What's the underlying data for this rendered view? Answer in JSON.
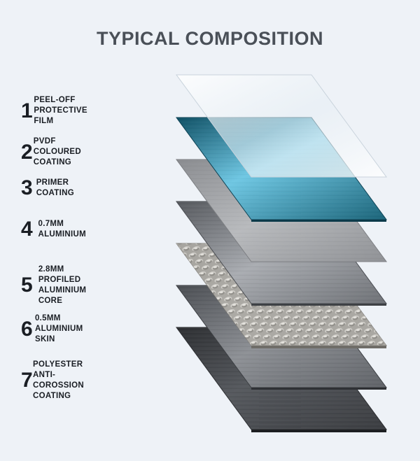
{
  "title": "TYPICAL COMPOSITION",
  "layers": [
    {
      "num": "1",
      "label": "PEEL-OFF PROTECTIVE FILM"
    },
    {
      "num": "2",
      "label": "PVDF COLOURED COATING"
    },
    {
      "num": "3",
      "label": "PRIMER COATING"
    },
    {
      "num": "4",
      "label": "0.7MM ALUMINIUM"
    },
    {
      "num": "5",
      "label": "2.8MM PROFILED\nALUMINIUM CORE"
    },
    {
      "num": "6",
      "label": "0.5MM ALUMINIUM SKIN"
    },
    {
      "num": "7",
      "label": "POLYESTER ANTI-COROSSION\nCOATING"
    }
  ],
  "colors": {
    "background": "#eef2f7",
    "title": "#4a5058",
    "text": "#1a1e24",
    "film": "#f4f8fb",
    "pvdf_coating": "#1f6f86",
    "primer": "#9a9ca0",
    "aluminium": "#7c7f84",
    "core": "#b3b1ad",
    "aluminium_skin": "#6e7176",
    "polyester": "#3a3c40"
  }
}
